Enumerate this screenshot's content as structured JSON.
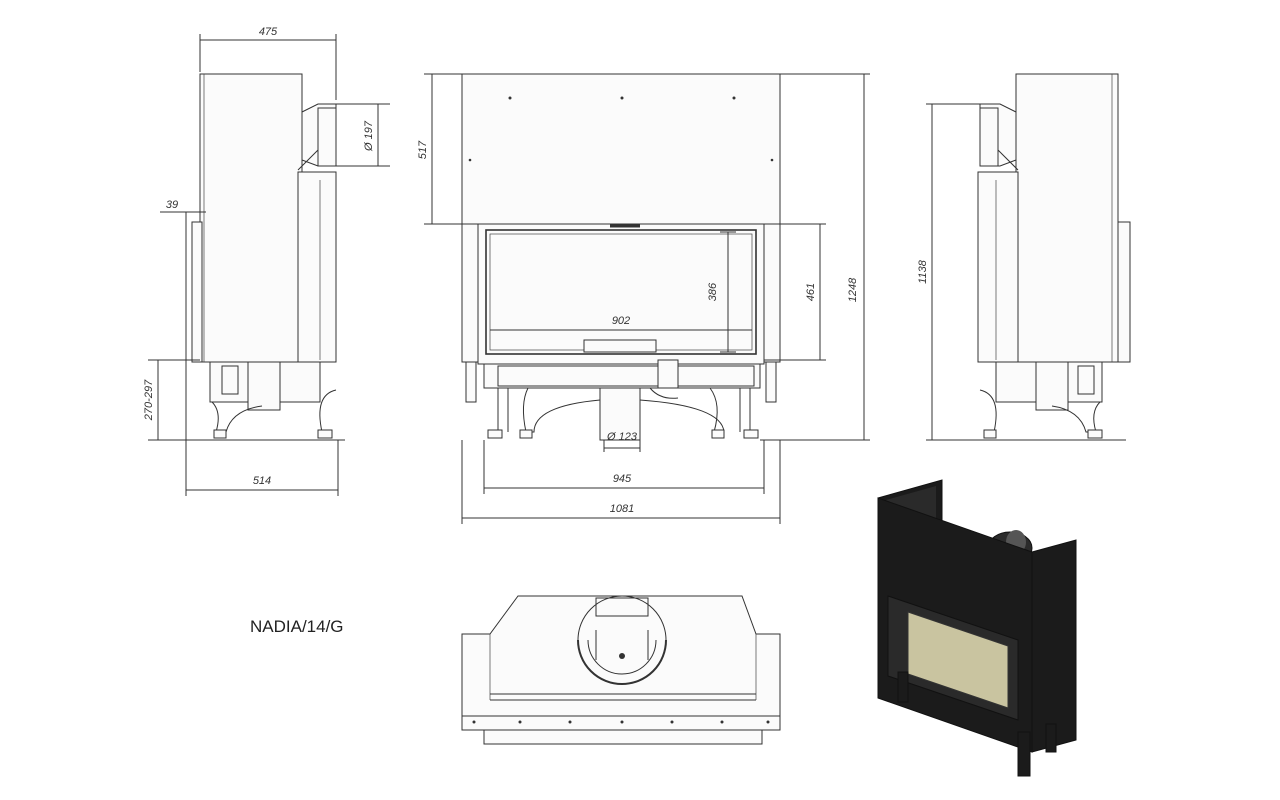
{
  "model_name": "NADIA/14/G",
  "dimensions": {
    "side_width_top": "475",
    "flue_diameter": "Ø 197",
    "offset_39": "39",
    "leg_height": "270-297",
    "side_depth_bottom": "514",
    "top_height": "517",
    "opening_height": "386",
    "glass_width": "902",
    "door_height": "461",
    "total_height": "1248",
    "air_inlet_diameter": "Ø 123",
    "body_width": "945",
    "total_width": "1081",
    "right_height": "1138"
  },
  "colors": {
    "line": "#333333",
    "steel": "#1b1b1b",
    "glass": "#c9c4a0"
  }
}
